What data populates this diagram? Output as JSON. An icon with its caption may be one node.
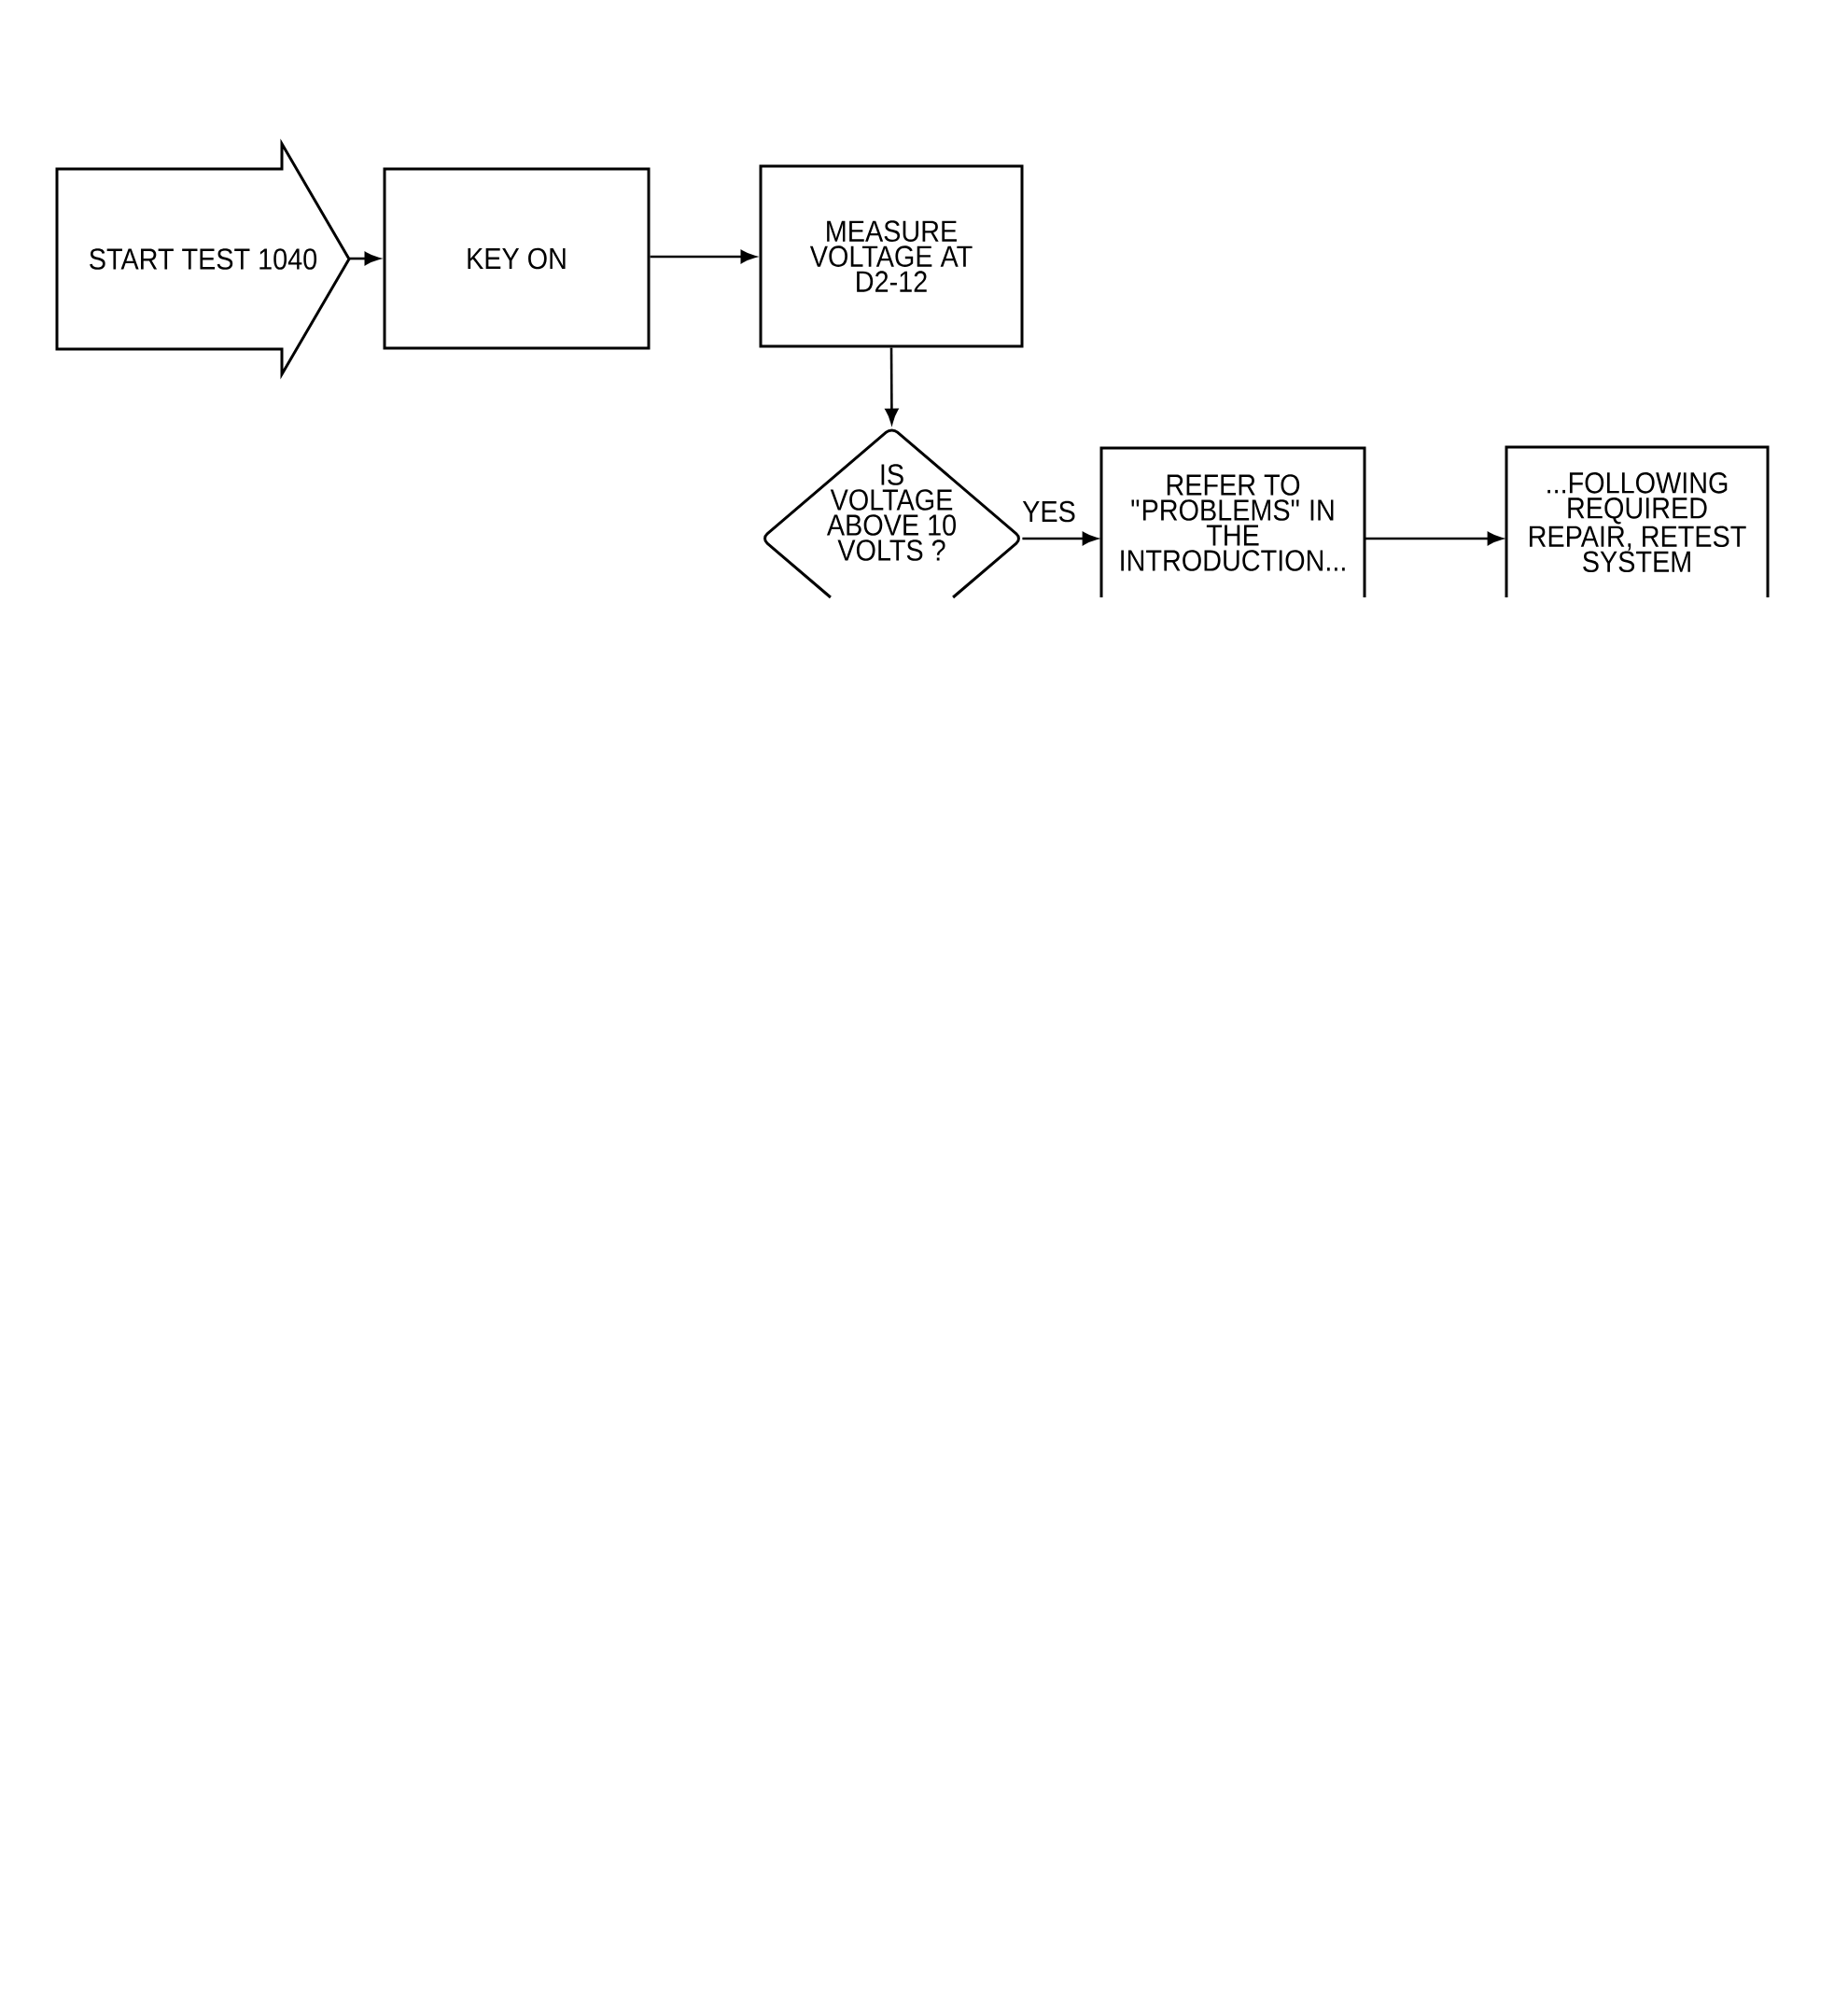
{
  "diagram": {
    "nodes": [
      {
        "text": [
          "START TEST 1040"
        ]
      },
      {
        "text": [
          "KEY ON"
        ]
      },
      {
        "text": [
          "MEASURE VOLTAGE AT D2-12"
        ]
      },
      {
        "text": [
          "IS VOLTAGE ABOVE 10 VOLTS ?"
        ]
      },
      {
        "text": [
          "REFER TO \"PROBLEMS\" IN THE INTRODUCTION..."
        ]
      },
      {
        "text": [
          "...FOLLOWING REQUIRED REPAIR, RETEST SYSTEM"
        ]
      }
    ],
    "edges": [
      {
        "from": 0,
        "to": 1,
        "arrow": "to"
      },
      {
        "from": 1,
        "to": 2,
        "arrow": "to"
      },
      {
        "from": 2,
        "to": 3,
        "arrow": "to"
      },
      {
        "from": 3,
        "to": 4,
        "arrow": "to",
        "label": "YES"
      },
      {
        "from": 4,
        "to": 5,
        "arrow": "to"
      }
    ]
  }
}
